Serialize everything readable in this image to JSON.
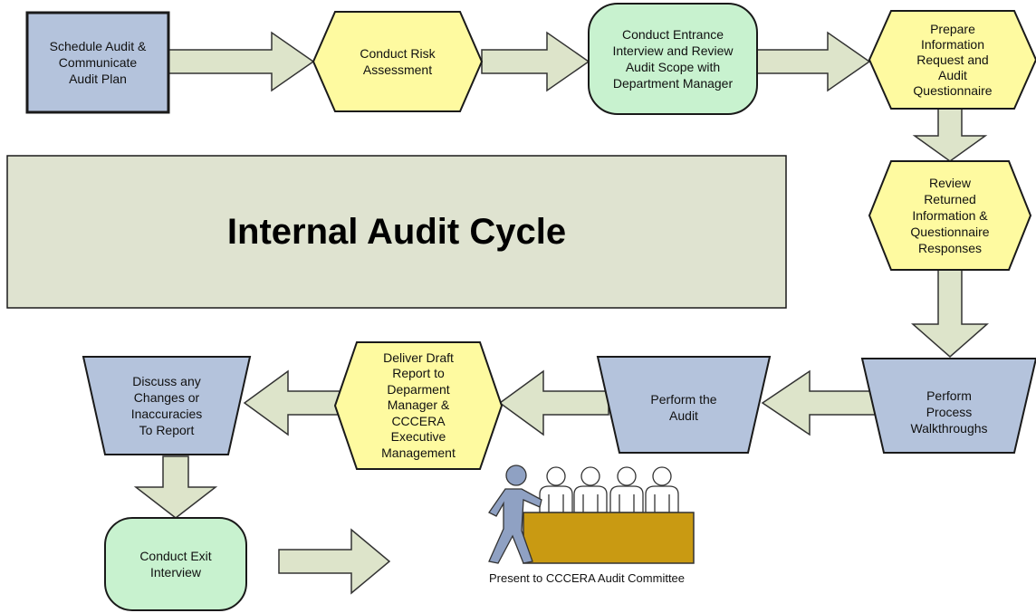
{
  "title": "Internal Audit Cycle",
  "colors": {
    "blue_fill": "#b4c3dc",
    "yellow_fill": "#fefaa0",
    "green_fill": "#c8f2cf",
    "arrow_fill": "#dde4ca",
    "title_fill": "#dfe3d0",
    "table_fill": "#c99a12",
    "person_fill": "#8fa1c3",
    "outline": "#1a1a1a"
  },
  "steps": {
    "schedule": "Schedule Audit &\nCommunicate\nAudit Plan",
    "risk": "Conduct Risk\nAssessment",
    "entrance": "Conduct Entrance\nInterview and Review\nAudit Scope with\nDepartment Manager",
    "prepare": "Prepare\nInformation\nRequest and\nAudit\nQuestionnaire",
    "review": "Review\nReturned\nInformation &\nQuestionnaire\nResponses",
    "walkthroughs": "Perform\nProcess\nWalkthroughs",
    "perform": "Perform the\nAudit",
    "deliver": "Deliver Draft\nReport to\nDeparment\nManager &\nCCCERA\nExecutive\nManagement",
    "discuss": "Discuss any\nChanges or\nInaccuracies\nTo Report",
    "exit": "Conduct Exit\nInterview"
  },
  "committee_caption": "Present to CCCERA Audit Committee"
}
